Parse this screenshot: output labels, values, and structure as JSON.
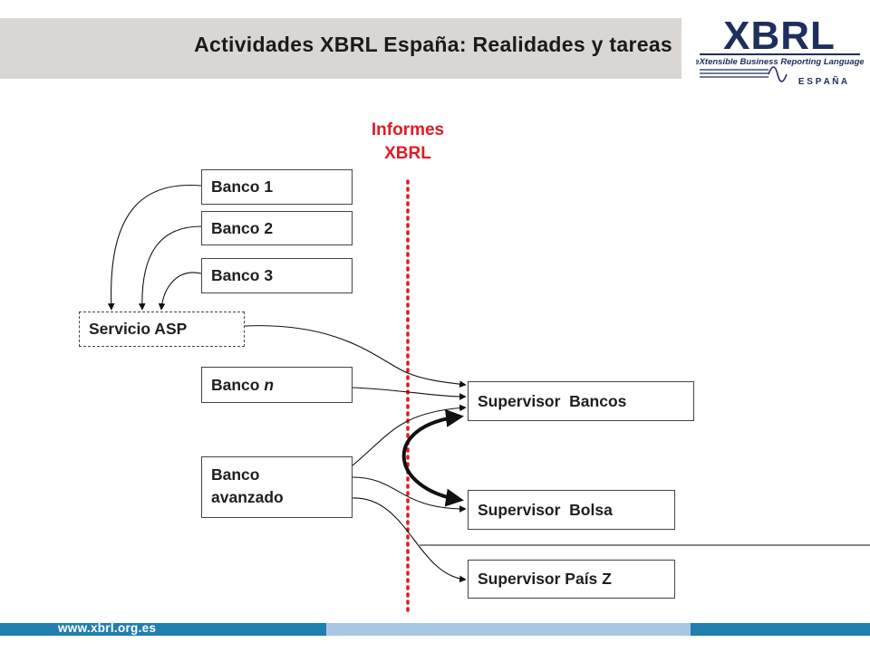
{
  "title": "Actividades XBRL España: Realidades y tareas",
  "logo": {
    "main": "XBRL",
    "tagline": "eXtensible Business Reporting Language",
    "country": "E S P A Ñ A"
  },
  "divider_label": {
    "line1": "Informes",
    "line2": "XBRL"
  },
  "sources": {
    "banco1": "Banco 1",
    "banco2": "Banco 2",
    "banco3": "Banco 3",
    "asp": "Servicio ASP",
    "banco_n_prefix": "Banco ",
    "banco_n_var": "n",
    "avanzado_line1": "Banco",
    "avanzado_line2": "avanzado"
  },
  "targets": {
    "bancos": "Supervisor  Bancos",
    "bolsa": "Supervisor  Bolsa",
    "pais": "Supervisor País Z"
  },
  "footer": {
    "url": "www.xbrl.org.es"
  },
  "colors": {
    "title_band": "#d9d6d3",
    "accent_red": "#e01b24",
    "footer_blue": "#1f7fb0",
    "footer_light_blue": "#a8c8e2",
    "logo_navy": "#1f2f5c"
  }
}
